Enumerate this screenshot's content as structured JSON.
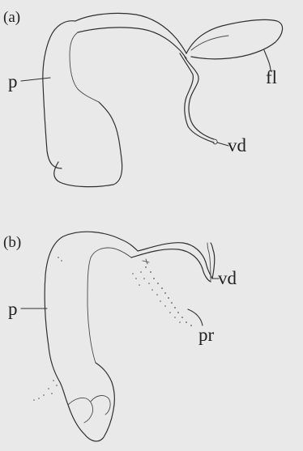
{
  "panels": [
    {
      "panel_label": "(a)",
      "labels": {
        "p": "p",
        "fl": "fl",
        "vd": "vd"
      }
    },
    {
      "panel_label": "(b)",
      "labels": {
        "p": "p",
        "vd": "vd",
        "pr": "pr"
      }
    }
  ]
}
